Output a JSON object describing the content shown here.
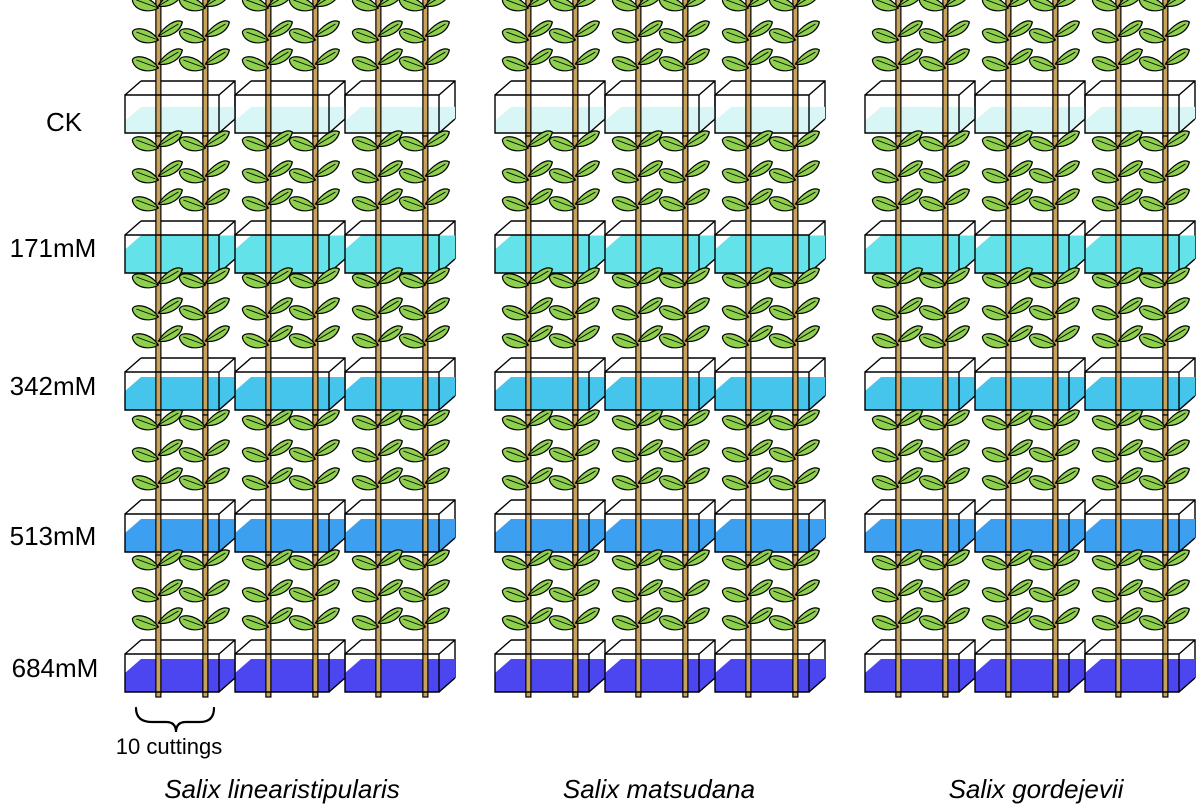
{
  "treatments": [
    {
      "label": "CK",
      "color": "#d9f6f7",
      "depth": "low"
    },
    {
      "label": "171mM",
      "color": "#63e2ea",
      "depth": "high"
    },
    {
      "label": "342mM",
      "color": "#45c4ec",
      "depth": "medium"
    },
    {
      "label": "513mM",
      "color": "#3d9ff0",
      "depth": "medium"
    },
    {
      "label": "684mM",
      "color": "#4b46f0",
      "depth": "medium"
    }
  ],
  "species": [
    {
      "name": "Salix linearistipularis"
    },
    {
      "name": "Salix matsudana"
    },
    {
      "name": "Salix gordejevii"
    }
  ],
  "replicates_per_species": 3,
  "cuttings_note": "10 cuttings",
  "colors": {
    "leaf": "#8fcf4e",
    "stem": "#c8a25a",
    "outline": "#000000",
    "background": "#ffffff"
  }
}
